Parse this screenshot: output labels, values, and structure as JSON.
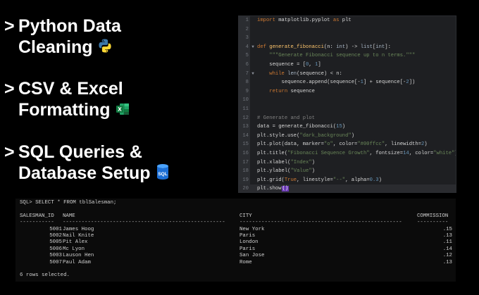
{
  "promo": {
    "items": [
      {
        "bullet": ">",
        "line1": "Python Data",
        "line2": "Cleaning",
        "icon": "python-icon"
      },
      {
        "bullet": ">",
        "line1": "CSV & Excel",
        "line2": "Formatting",
        "icon": "excel-icon"
      },
      {
        "bullet": ">",
        "line1": "SQL Queries &",
        "line2": "Database Setup",
        "icon": "sql-database-icon"
      }
    ]
  },
  "editor": {
    "line_numbers": [
      "1",
      "2",
      "3",
      "4",
      "5",
      "6",
      "7",
      "8",
      "9",
      "10",
      "11",
      "12",
      "13",
      "14",
      "15",
      "16",
      "17",
      "18",
      "19",
      "20"
    ]
  },
  "terminal": {
    "prompt": "SQL> SELECT * FROM tblSalesman;",
    "headers": {
      "id": "SALESMAN_ID",
      "name": "NAME",
      "city": "CITY",
      "commission": "COMMISSION"
    },
    "rows": [
      {
        "id": "5001",
        "name": "James Hoog",
        "city": "New York",
        "commission": ".15"
      },
      {
        "id": "5002",
        "name": "Nail Knite",
        "city": "Paris",
        "commission": ".13"
      },
      {
        "id": "5005",
        "name": "Pit Alex",
        "city": "London",
        "commission": ".11"
      },
      {
        "id": "5006",
        "name": "Mc Lyon",
        "city": "Paris",
        "commission": ".14"
      },
      {
        "id": "5003",
        "name": "Lauson Hen",
        "city": "San Jose",
        "commission": ".12"
      },
      {
        "id": "5007",
        "name": "Paul Adam",
        "city": "Rome",
        "commission": ".13"
      }
    ],
    "footer": "6 rows selected."
  },
  "colors": {
    "background": "#000000",
    "editor_bg": "#1e1f22",
    "keyword": "#cc7832",
    "string": "#6a8759",
    "number": "#6897bb"
  }
}
